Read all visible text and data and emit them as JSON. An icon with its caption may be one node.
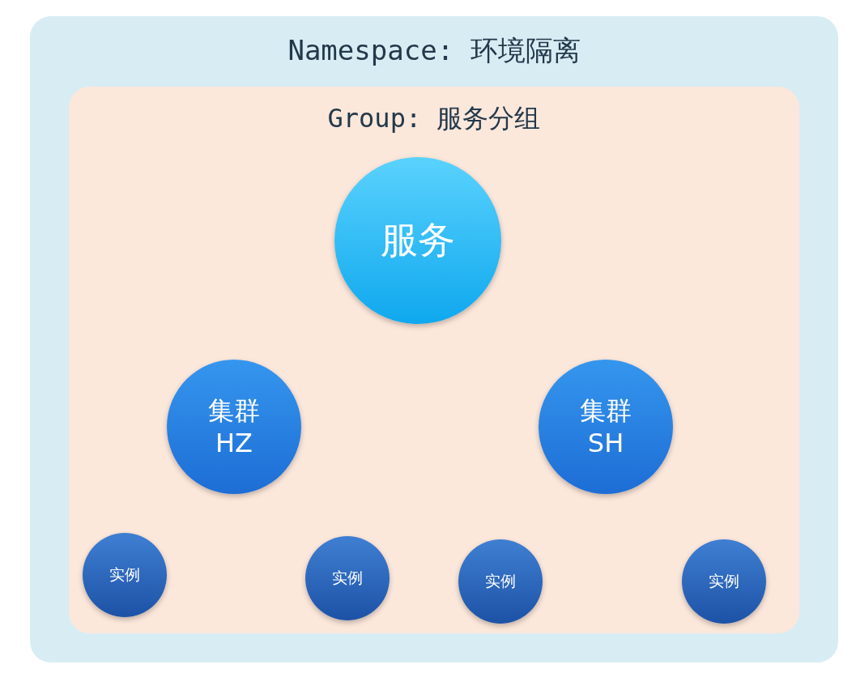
{
  "diagram": {
    "nodes": [
      {
        "text": [
          "Namespace: 环境隔离"
        ]
      },
      {
        "text": [
          "Group: 服务分组"
        ],
        "in": 0
      },
      {
        "text": [
          "服务"
        ],
        "in": 1
      },
      {
        "text": [
          "集群 HZ"
        ],
        "in": 1
      },
      {
        "text": [
          "集群 SH"
        ],
        "in": 1
      },
      {
        "text": [
          "实例"
        ],
        "in": 1
      },
      {
        "text": [
          "实例"
        ],
        "in": 1
      },
      {
        "text": [
          "实例"
        ],
        "in": 1
      },
      {
        "text": [
          "实例"
        ],
        "in": 1
      }
    ]
  }
}
